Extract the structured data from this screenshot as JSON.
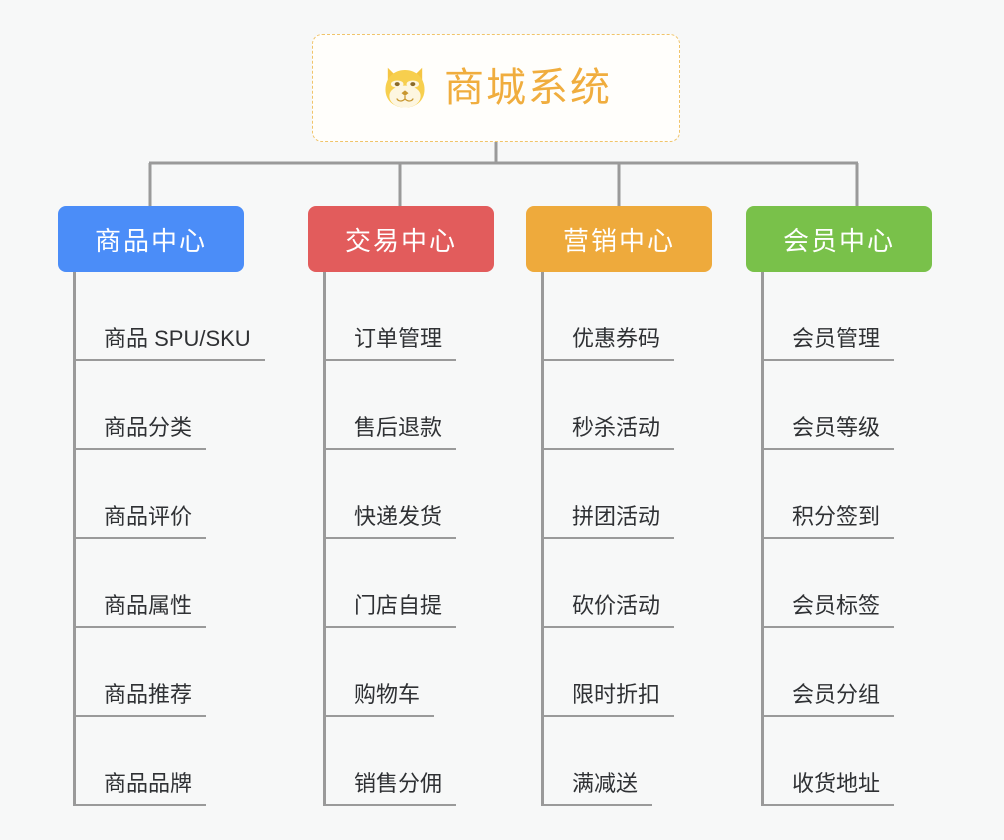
{
  "root": {
    "title": "商城系统",
    "icon": "shiba-dog-face-icon",
    "accent": "#f0ad3e",
    "border_color": "#f0c46a",
    "background": "#fffefb"
  },
  "canvas": {
    "background": "#f7f8f8",
    "connector_color": "#9a9a9a"
  },
  "columns": [
    {
      "label": "商品中心",
      "color": "#4b8df8",
      "items": [
        "商品 SPU/SKU",
        "商品分类",
        "商品评价",
        "商品属性",
        "商品推荐",
        "商品品牌"
      ]
    },
    {
      "label": "交易中心",
      "color": "#e25c5c",
      "items": [
        "订单管理",
        "售后退款",
        "快递发货",
        "门店自提",
        "购物车",
        "销售分佣"
      ]
    },
    {
      "label": "营销中心",
      "color": "#eeaa3c",
      "items": [
        "优惠券码",
        "秒杀活动",
        "拼团活动",
        "砍价活动",
        "限时折扣",
        "满减送"
      ]
    },
    {
      "label": "会员中心",
      "color": "#79c14a",
      "items": [
        "会员管理",
        "会员等级",
        "积分签到",
        "会员标签",
        "会员分组",
        "收货地址"
      ]
    }
  ]
}
